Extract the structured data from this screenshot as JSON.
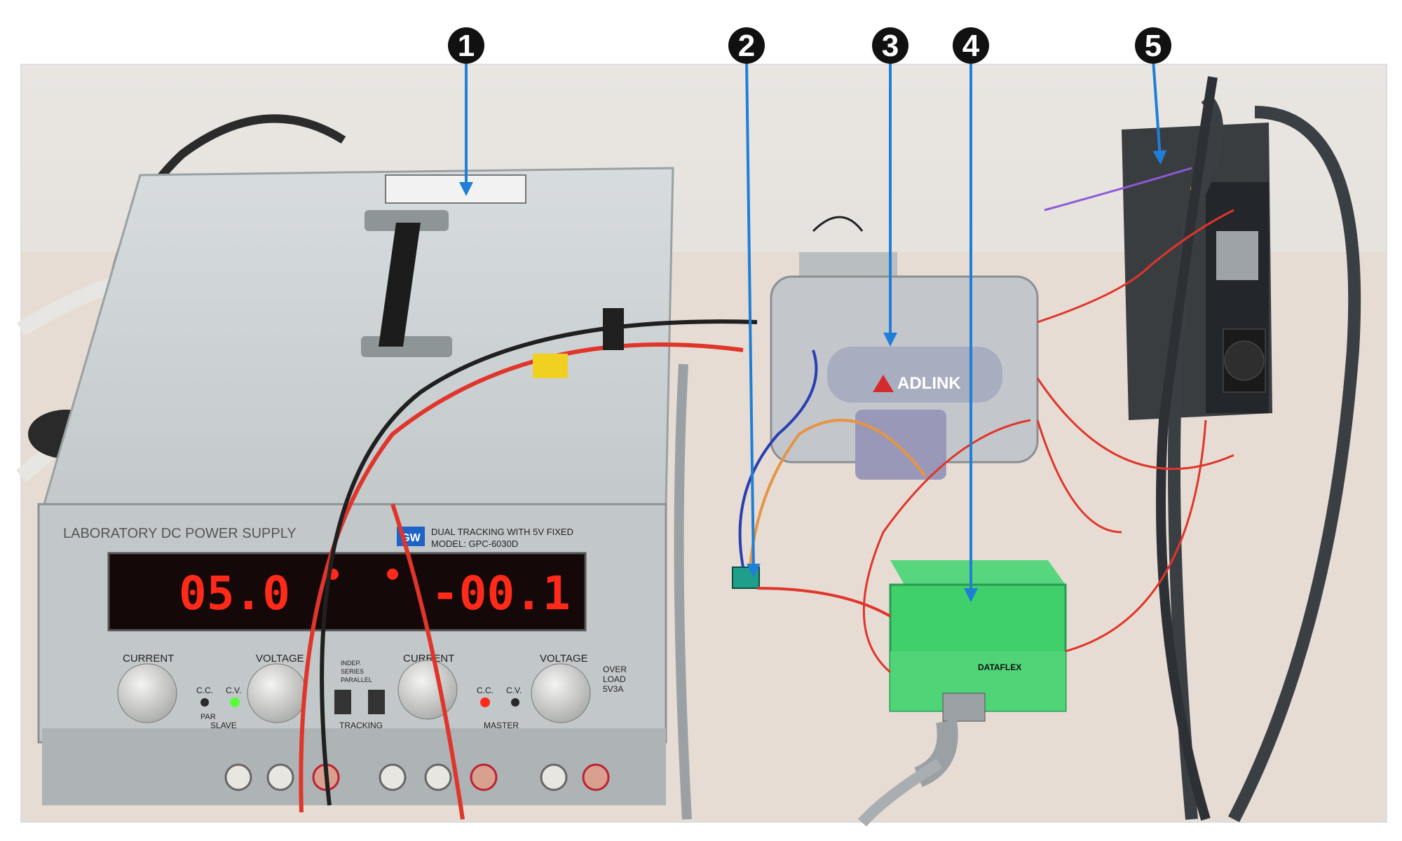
{
  "markers": [
    "1",
    "2",
    "3",
    "4",
    "5"
  ],
  "power_supply": {
    "brand": "GW",
    "front_title": "LABORATORY DC POWER SUPPLY",
    "tracking_line": "DUAL TRACKING WITH 5V FIXED",
    "model_line": "MODEL: GPC-6030D",
    "display_left": "05.0",
    "display_right": "-00.1",
    "knob_current": "CURRENT",
    "knob_voltage": "VOLTAGE",
    "ind_cc": "C.C.",
    "ind_cv": "C.V.",
    "par": "PAR",
    "slave": "SLAVE",
    "master": "MASTER",
    "tracking": "TRACKING",
    "indep": "INDEP.",
    "series": "SERIES",
    "parallel": "PARALLEL",
    "overload_1": "OVER",
    "overload_2": "LOAD",
    "overload_3": "5V3A"
  },
  "daq": {
    "brand": "ADLINK"
  },
  "amplifier": {
    "brand": "DATAFLEX"
  },
  "colors": {
    "panel": "#c9cfd1",
    "display_red": "#ff2a1a",
    "green_box": "#3fcf6b",
    "marker": "#111111",
    "arrow": "#1f7fd6",
    "wire_red": "#e0352b"
  }
}
